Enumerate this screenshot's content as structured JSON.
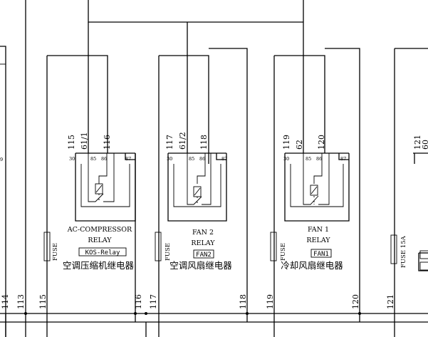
{
  "relays": [
    {
      "wires": [
        "115",
        "61/1",
        "116"
      ],
      "terminals": [
        "30",
        "85",
        "86",
        "87"
      ],
      "name_line1": "AC-COMPRESSOR",
      "name_line2": "RELAY",
      "code": "KOS-Relay",
      "name_cn": "空调压缩机继电器",
      "fuse": "FUSE"
    },
    {
      "wires": [
        "117",
        "61/2",
        "118"
      ],
      "terminals": [
        "30",
        "85",
        "86",
        "87"
      ],
      "name_line1": "FAN 2",
      "name_line2": "RELAY",
      "code": "FAN2",
      "name_cn": "空调风扇继电器",
      "fuse": "FUSE"
    },
    {
      "wires": [
        "119",
        "62",
        "120"
      ],
      "terminals": [
        "30",
        "85",
        "86",
        "87"
      ],
      "name_line1": "FAN 1",
      "name_line2": "RELAY",
      "code": "FAN1",
      "name_cn": "冷却风扇继电器",
      "fuse": "FUSE"
    }
  ],
  "partial_right": {
    "wire_top": "121",
    "wire_top_cut": "60",
    "fuse": "FUSE 15A",
    "wire_bottom": "121"
  },
  "partial_left": {
    "terminal_cut": "9"
  },
  "bottom_wires": [
    "114",
    "113",
    "115",
    "116",
    "117",
    "118",
    "119",
    "120",
    "121"
  ]
}
